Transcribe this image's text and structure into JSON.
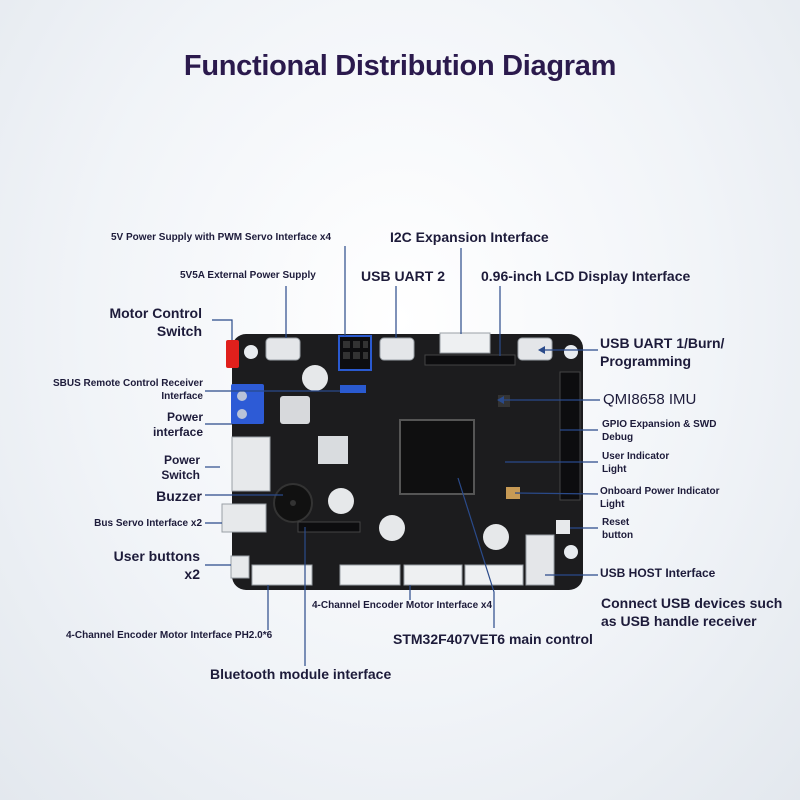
{
  "title": "Functional Distribution Diagram",
  "labels": {
    "pwm_servo": "5V Power Supply with PWM Servo Interface x4",
    "i2c": "I2C Expansion Interface",
    "ext_power": "5V5A External Power Supply",
    "usb_uart2": "USB UART 2",
    "lcd": "0.96-inch LCD Display Interface",
    "motor_switch": "Motor Control\nSwitch",
    "usb_uart1": "USB UART 1/Burn/\nProgramming",
    "sbus": "SBUS Remote Control Receiver\nInterface",
    "imu": "QMI8658 IMU",
    "power_interface": "Power\ninterface",
    "gpio": "GPIO Expansion & SWD\nDebug",
    "power_switch": "Power\nSwitch",
    "user_led": "User Indicator\nLight",
    "buzzer": "Buzzer",
    "onboard_power_led": "Onboard Power Indicator\nLight",
    "bus_servo": "Bus Servo Interface x2",
    "reset": "Reset\nbutton",
    "user_buttons": "User buttons\nx2",
    "usb_host": "USB HOST Interface",
    "encoder_x4": "4-Channel Encoder Motor Interface x4",
    "connect_usb": "Connect USB devices such\nas USB handle receiver",
    "encoder_ph": "4-Channel Encoder Motor Interface PH2.0*6",
    "stm32": "STM32F407VET6 main control",
    "bluetooth": "Bluetooth module interface"
  },
  "colors": {
    "title": "#2b1a4d",
    "label": "#1d1b3a",
    "board": "#1c1c1e",
    "leader": "#2a4a8a",
    "terminal": "#2d5bd6",
    "switch_red": "#e0201c"
  }
}
